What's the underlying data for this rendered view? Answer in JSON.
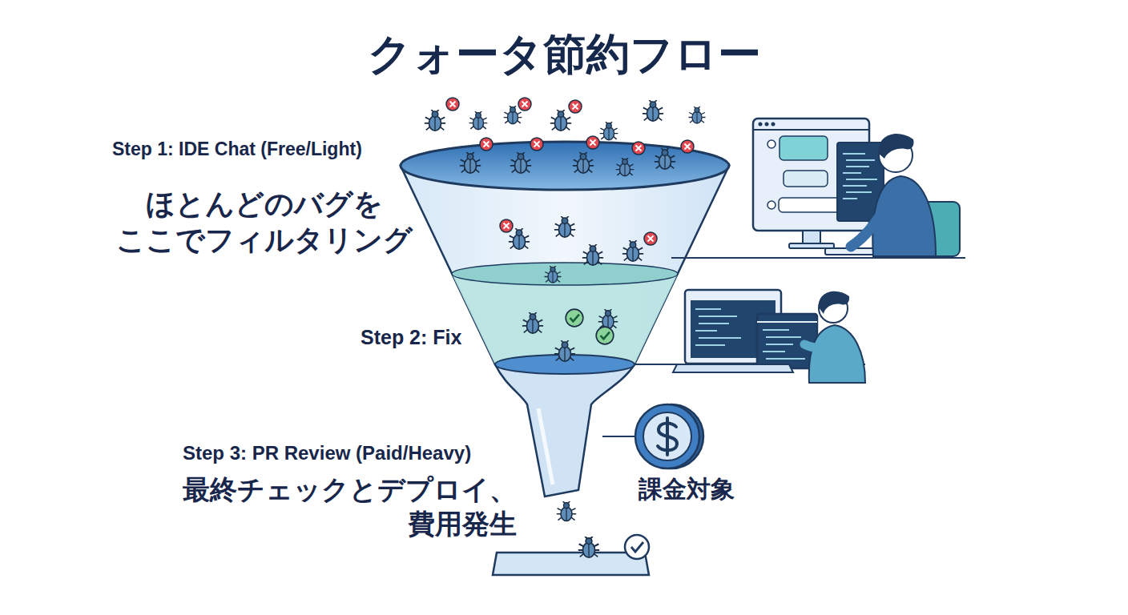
{
  "diagram": {
    "title": "クォータ節約フロー",
    "labels": [
      "Step 1: IDE Chat (Free/Light)",
      "ほとんどのバグを ここでフィルタリング",
      "Step 2: Fix",
      "Step 3: PR Review (Paid/Heavy)",
      "最終チェックとデプロイ、 費用発生",
      "課金対象"
    ]
  }
}
